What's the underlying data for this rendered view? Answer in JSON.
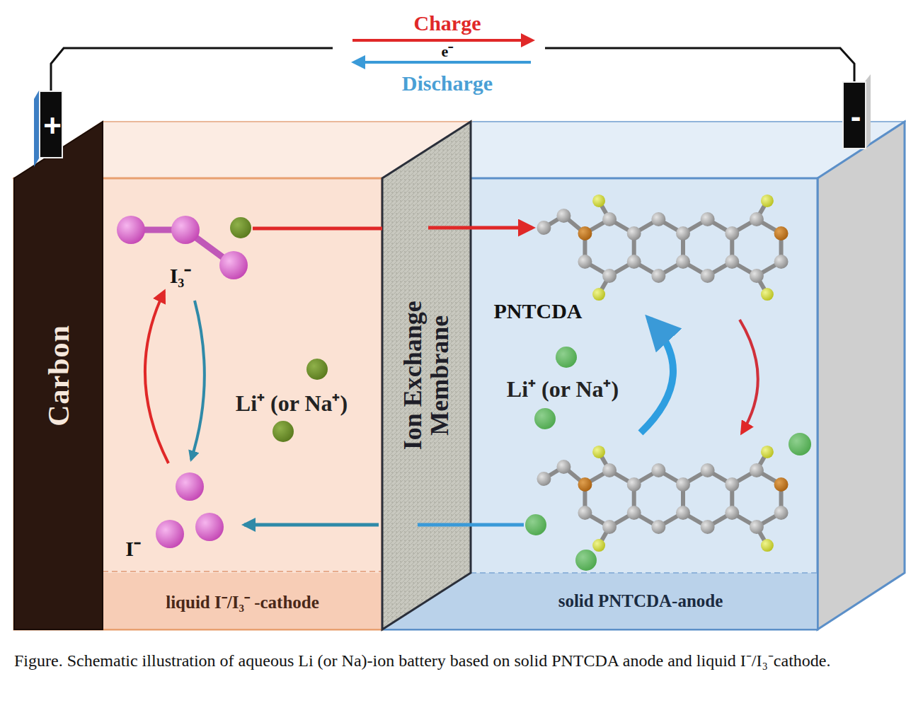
{
  "diagram": {
    "caption": "Figure. Schematic illustration of aqueous Li (or Na)-ion battery based on solid PNTCDA anode and liquid I⁻/I₃⁻cathode.",
    "nodes": [
      {
        "text": [
          "liquid I⁻/I₃⁻ -cathode"
        ]
      },
      {
        "text": [
          "Carbon"
        ],
        "in": 0
      },
      {
        "text": [
          "Ion Exchange Membrane"
        ]
      },
      {
        "text": [
          "solid PNTCDA-anode"
        ]
      },
      {
        "text": [
          "+"
        ]
      },
      {
        "text": [
          "-"
        ]
      }
    ],
    "edges": [
      {
        "from": 4,
        "to": 5,
        "arrow": "none"
      }
    ],
    "labels": [
      "Charge",
      "e⁻",
      "Discharge",
      "I₃⁻",
      "I⁻",
      "Li⁺ (or Na⁺)",
      "PNTCDA",
      "Li⁺ (or Na⁺)"
    ]
  }
}
